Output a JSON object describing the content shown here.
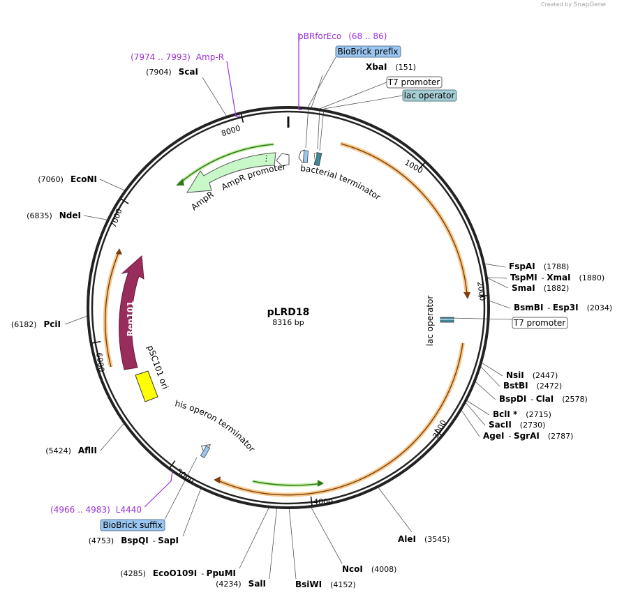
{
  "branding": {
    "created_by": "Created by",
    "brand": "SnapGene"
  },
  "plasmid": {
    "name": "pLRD18",
    "length_label": "8316 bp",
    "length": 8316
  },
  "ticks": [
    {
      "bp": 1000,
      "label": "1000"
    },
    {
      "bp": 2000,
      "label": "2000"
    },
    {
      "bp": 3000,
      "label": "3000"
    },
    {
      "bp": 4000,
      "label": "4000"
    },
    {
      "bp": 5000,
      "label": "5000"
    },
    {
      "bp": 6000,
      "label": "6000"
    },
    {
      "bp": 7000,
      "label": "7000"
    },
    {
      "bp": 8000,
      "label": "8000"
    }
  ],
  "sites": [
    {
      "id": "xbai",
      "names": [
        "XbaI"
      ],
      "pos": "(151)",
      "bp": 151,
      "side": "right",
      "pos_first": false
    },
    {
      "id": "fspai",
      "names": [
        "FspAI"
      ],
      "pos": "(1788)",
      "bp": 1788,
      "side": "right",
      "pos_first": false
    },
    {
      "id": "tspmi",
      "names": [
        "TspMI",
        "XmaI"
      ],
      "pos": "(1880)",
      "bp": 1880,
      "side": "right",
      "pos_first": false
    },
    {
      "id": "smai",
      "names": [
        "SmaI"
      ],
      "pos": "(1882)",
      "bp": 1882,
      "side": "right",
      "pos_first": false
    },
    {
      "id": "bsmbi",
      "names": [
        "BsmBI",
        "Esp3I"
      ],
      "pos": "(2034)",
      "bp": 2034,
      "side": "right",
      "pos_first": false
    },
    {
      "id": "nsii",
      "names": [
        "NsiI"
      ],
      "pos": "(2447)",
      "bp": 2447,
      "side": "right",
      "pos_first": false
    },
    {
      "id": "bstbi",
      "names": [
        "BstBI"
      ],
      "pos": "(2472)",
      "bp": 2472,
      "side": "right",
      "pos_first": false
    },
    {
      "id": "bspdi",
      "names": [
        "BspDI",
        "ClaI"
      ],
      "pos": "(2578)",
      "bp": 2578,
      "side": "right",
      "pos_first": false
    },
    {
      "id": "bcli",
      "names": [
        "BclI *"
      ],
      "pos": "(2715)",
      "bp": 2715,
      "side": "right",
      "pos_first": false
    },
    {
      "id": "sacii",
      "names": [
        "SacII"
      ],
      "pos": "(2730)",
      "bp": 2730,
      "side": "right",
      "pos_first": false
    },
    {
      "id": "agei",
      "names": [
        "AgeI",
        "SgrAI"
      ],
      "pos": "(2787)",
      "bp": 2787,
      "side": "right",
      "pos_first": false
    },
    {
      "id": "alei",
      "names": [
        "AleI"
      ],
      "pos": "(3545)",
      "bp": 3545,
      "side": "right",
      "pos_first": false
    },
    {
      "id": "ncoi",
      "names": [
        "NcoI"
      ],
      "pos": "(4008)",
      "bp": 4008,
      "side": "right",
      "pos_first": false
    },
    {
      "id": "bsiwi",
      "names": [
        "BsiWI"
      ],
      "pos": "(4152)",
      "bp": 4152,
      "side": "right",
      "pos_first": false
    },
    {
      "id": "sali",
      "names": [
        "SalI"
      ],
      "pos": "(4234)",
      "bp": 4234,
      "side": "left",
      "pos_first": true
    },
    {
      "id": "eco0109i",
      "names": [
        "EcoO109I",
        "PpuMI"
      ],
      "pos": "(4285)",
      "bp": 4285,
      "side": "left",
      "pos_first": true
    },
    {
      "id": "bspqi",
      "names": [
        "BspQI",
        "SapI"
      ],
      "pos": "(4753)",
      "bp": 4753,
      "side": "left",
      "pos_first": true
    },
    {
      "id": "aflii",
      "names": [
        "AflII"
      ],
      "pos": "(5424)",
      "bp": 5424,
      "side": "left",
      "pos_first": true
    },
    {
      "id": "pcii",
      "names": [
        "PciI"
      ],
      "pos": "(6182)",
      "bp": 6182,
      "side": "left",
      "pos_first": true
    },
    {
      "id": "ndei",
      "names": [
        "NdeI"
      ],
      "pos": "(6835)",
      "bp": 6835,
      "side": "left",
      "pos_first": true
    },
    {
      "id": "econi",
      "names": [
        "EcoNI"
      ],
      "pos": "(7060)",
      "bp": 7060,
      "side": "left",
      "pos_first": true
    },
    {
      "id": "scai",
      "names": [
        "ScaI"
      ],
      "pos": "(7904)",
      "bp": 7904,
      "side": "left",
      "pos_first": true
    }
  ],
  "primers": [
    {
      "id": "pbr",
      "name": "pBRforEco",
      "range": "(68 .. 86)",
      "bp": 77
    },
    {
      "id": "ampr",
      "name": "Amp-R",
      "range": "(7974 .. 7993)",
      "bp": 7983
    },
    {
      "id": "l4440",
      "name": "L4440",
      "range": "(4966 .. 4983)",
      "bp": 4975
    }
  ],
  "boxes": [
    {
      "id": "biobrick-prefix",
      "label": "BioBrick prefix",
      "fill": "#9ac6f0",
      "bp": 95
    },
    {
      "id": "t7-top",
      "label": "T7 promoter",
      "fill": "#ffffff",
      "bp": 175
    },
    {
      "id": "lac-op-top",
      "label": "lac operator",
      "fill": "#a6cdd3",
      "bp": 195
    },
    {
      "id": "t7-right",
      "label": "T7 promoter",
      "fill": "#ffffff",
      "bp": 2130
    },
    {
      "id": "biobrick-suffix",
      "label": "BioBrick suffix",
      "fill": "#9ac6f0",
      "bp": 4930
    }
  ],
  "features": [
    {
      "id": "ampr-promoter",
      "label": "AmpR promoter"
    },
    {
      "id": "ampr",
      "label": "AmpR"
    },
    {
      "id": "bacterial-terminator",
      "label": "bacterial terminator"
    },
    {
      "id": "lac-operator",
      "label": "lac operator"
    },
    {
      "id": "rep101",
      "label": "Rep101"
    },
    {
      "id": "psc101-ori",
      "label": "pSC101 ori"
    },
    {
      "id": "his-terminator",
      "label": "his operon terminator"
    }
  ],
  "colors": {
    "ampr_fill": "#c8f5c8",
    "rep101_fill": "#9b2a5a",
    "ori_fill": "#ffff00",
    "orf_stroke": "#f5c27a",
    "orf_core": "#7a3c10",
    "green_orf": "#3aa02a",
    "primer": "#9b30d9"
  }
}
